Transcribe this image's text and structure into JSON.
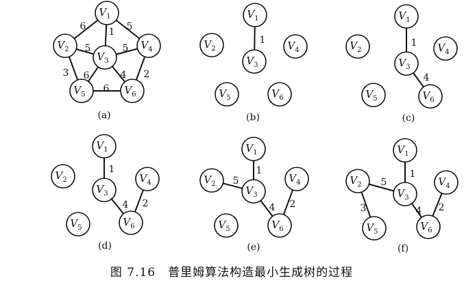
{
  "nodes": [
    {
      "id": "V1",
      "letter": "V",
      "sub": "1"
    },
    {
      "id": "V2",
      "letter": "V",
      "sub": "2"
    },
    {
      "id": "V3",
      "letter": "V",
      "sub": "3"
    },
    {
      "id": "V4",
      "letter": "V",
      "sub": "4"
    },
    {
      "id": "V5",
      "letter": "V",
      "sub": "5"
    },
    {
      "id": "V6",
      "letter": "V",
      "sub": "6"
    }
  ],
  "panels": [
    {
      "label": "(a)",
      "edges": [
        {
          "from": "V1",
          "to": "V2",
          "weight": "6"
        },
        {
          "from": "V1",
          "to": "V3",
          "weight": "1"
        },
        {
          "from": "V1",
          "to": "V4",
          "weight": "5"
        },
        {
          "from": "V2",
          "to": "V3",
          "weight": "5"
        },
        {
          "from": "V3",
          "to": "V4",
          "weight": "5"
        },
        {
          "from": "V2",
          "to": "V5",
          "weight": "3"
        },
        {
          "from": "V3",
          "to": "V5",
          "weight": "6"
        },
        {
          "from": "V3",
          "to": "V6",
          "weight": "4"
        },
        {
          "from": "V4",
          "to": "V6",
          "weight": "2"
        },
        {
          "from": "V5",
          "to": "V6",
          "weight": "6"
        }
      ]
    },
    {
      "label": "(b)",
      "edges": [
        {
          "from": "V1",
          "to": "V3",
          "weight": "1"
        }
      ]
    },
    {
      "label": "(c)",
      "edges": [
        {
          "from": "V1",
          "to": "V3",
          "weight": "1"
        },
        {
          "from": "V3",
          "to": "V6",
          "weight": "4"
        }
      ]
    },
    {
      "label": "(d)",
      "edges": [
        {
          "from": "V1",
          "to": "V3",
          "weight": "1"
        },
        {
          "from": "V3",
          "to": "V6",
          "weight": "4"
        },
        {
          "from": "V6",
          "to": "V4",
          "weight": "2"
        }
      ]
    },
    {
      "label": "(e)",
      "edges": [
        {
          "from": "V1",
          "to": "V3",
          "weight": "1"
        },
        {
          "from": "V2",
          "to": "V3",
          "weight": "5"
        },
        {
          "from": "V3",
          "to": "V6",
          "weight": "4"
        },
        {
          "from": "V6",
          "to": "V4",
          "weight": "2"
        }
      ]
    },
    {
      "label": "(f)",
      "edges": [
        {
          "from": "V1",
          "to": "V3",
          "weight": "1"
        },
        {
          "from": "V2",
          "to": "V3",
          "weight": "5"
        },
        {
          "from": "V2",
          "to": "V5",
          "weight": "3"
        },
        {
          "from": "V3",
          "to": "V6",
          "weight": "4"
        },
        {
          "from": "V6",
          "to": "V4",
          "weight": "2"
        }
      ]
    }
  ],
  "caption": "图 7.16　普里姆算法构造最小生成树的过程"
}
